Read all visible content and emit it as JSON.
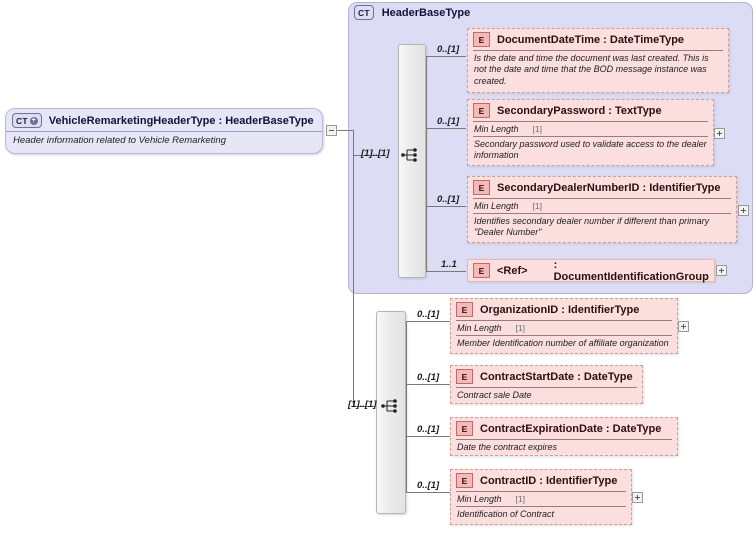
{
  "diagram": {
    "kind": "xsd-schema-diagram",
    "colors": {
      "complextype_fill": "#e6e6f7",
      "container_fill": "#dcdcf4",
      "element_fill": "#fbdede",
      "element_badge_fill": "#f4b9b9",
      "compositor_fill": "#ececec",
      "line": "#7a7a7a"
    }
  },
  "root": {
    "badge": "CT",
    "badge_expand": "+",
    "title": "VehicleRemarketingHeaderType : HeaderBaseType",
    "documentation": "Header information related to Vehicle Remarketing",
    "toggle": "minus"
  },
  "base_container": {
    "badge": "CT",
    "title": "HeaderBaseType",
    "compositor": {
      "type": "sequence",
      "cardinality": "[1]..[1]"
    },
    "elements": [
      {
        "cardinality": "0..[1]",
        "badge": "E",
        "title": "DocumentDateTime : DateTimeType",
        "facet": null,
        "facet_value": null,
        "documentation": "Is the date and time the document was last created. This is not the date and time that the BOD message instance was created.",
        "expand": null,
        "border": "dashed"
      },
      {
        "cardinality": "0..[1]",
        "badge": "E",
        "title": "SecondaryPassword : TextType",
        "facet": "Min Length",
        "facet_value": "[1]",
        "documentation": "Secondary password used to validate access to the dealer information",
        "expand": "+",
        "border": "dashed"
      },
      {
        "cardinality": "0..[1]",
        "badge": "E",
        "title": "SecondaryDealerNumberID : IdentifierType",
        "facet": "Min Length",
        "facet_value": "[1]",
        "documentation": "Identifies secondary dealer number if different than primary \"Dealer Number\"",
        "expand": "+",
        "border": "dashed"
      }
    ],
    "ref_element": {
      "cardinality": "1..1",
      "badge": "E",
      "name": "<Ref>",
      "type": ": DocumentIdentificationGroup",
      "expand": "+"
    }
  },
  "extension_sequence": {
    "compositor": {
      "type": "sequence",
      "cardinality": "[1]..[1]"
    },
    "elements": [
      {
        "cardinality": "0..[1]",
        "badge": "E",
        "title": "OrganizationID : IdentifierType",
        "facet": "Min Length",
        "facet_value": "[1]",
        "documentation": "Member Identification number of affiliate organization",
        "expand": "+",
        "border": "dashed"
      },
      {
        "cardinality": "0..[1]",
        "badge": "E",
        "title": "ContractStartDate : DateType",
        "facet": null,
        "facet_value": null,
        "documentation": "Contract sale Date",
        "expand": null,
        "border": "dashed"
      },
      {
        "cardinality": "0..[1]",
        "badge": "E",
        "title": "ContractExpirationDate : DateType",
        "facet": null,
        "facet_value": null,
        "documentation": "Date the contract expires",
        "expand": null,
        "border": "dashed"
      },
      {
        "cardinality": "0..[1]",
        "badge": "E",
        "title": "ContractID : IdentifierType",
        "facet": "Min Length",
        "facet_value": "[1]",
        "documentation": "Identification of Contract",
        "expand": "+",
        "border": "dashed"
      }
    ]
  }
}
